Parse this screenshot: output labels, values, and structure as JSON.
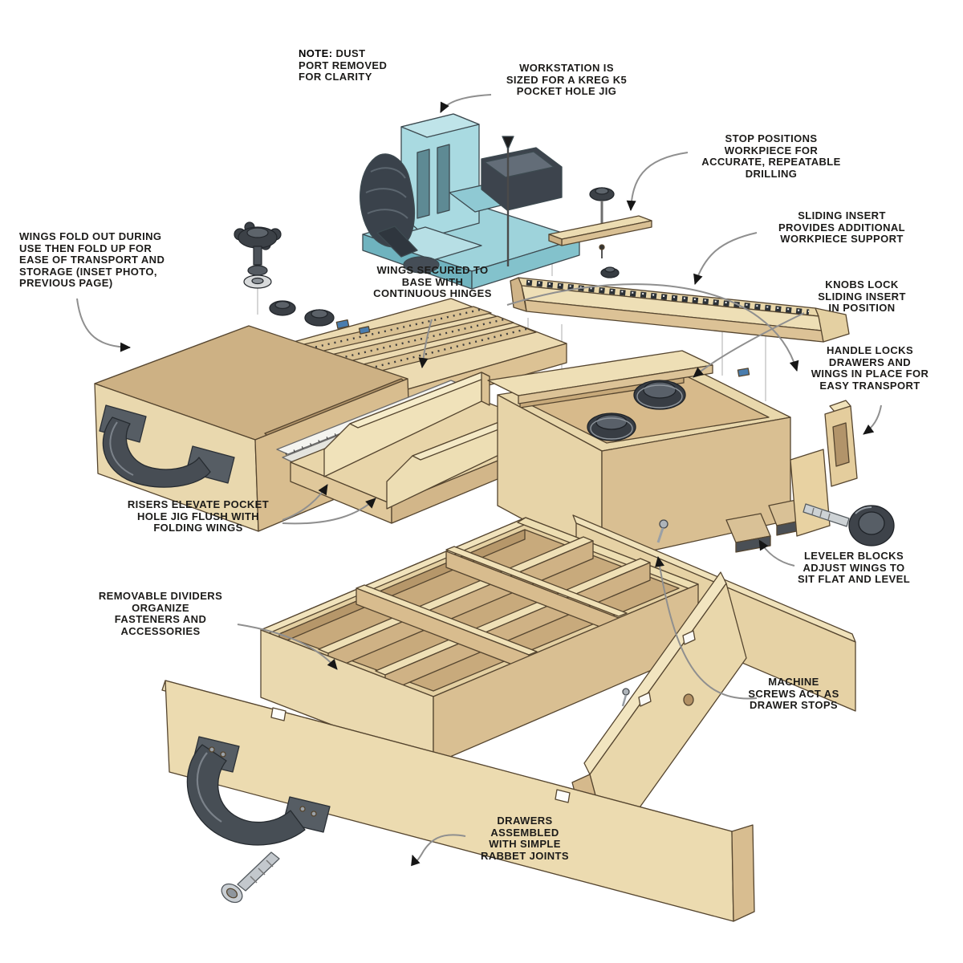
{
  "title": "Pocket hole jig workstation exploded-view diagram",
  "colors": {
    "wood_light": "#ecdbb0",
    "wood_mid": "#dcc294",
    "wood_dark": "#c8a97a",
    "jig_teal": "#9ed3db",
    "hardware_dark": "#3e444b",
    "metal_light": "#c9ced3",
    "label_text": "#1c1b19",
    "leader_line": "#8f8f8f",
    "arrowhead": "#161616",
    "background": "#ffffff"
  },
  "labels": {
    "note_prefix": "NOTE:",
    "note_body": "DUST\nPORT REMOVED\nFOR CLARITY",
    "workstation": "WORKSTATION IS\nSIZED FOR A KREG K5\nPOCKET HOLE JIG",
    "stop_positions": "STOP POSITIONS\nWORKPIECE FOR\nACCURATE, REPEATABLE\nDRILLING",
    "sliding_insert": "SLIDING INSERT\nPROVIDES ADDITIONAL\nWORKPIECE SUPPORT",
    "knobs_lock": "KNOBS LOCK\nSLIDING INSERT\nIN POSITION",
    "handle_locks": "HANDLE LOCKS\nDRAWERS AND\nWINGS IN PLACE FOR\nEASY TRANSPORT",
    "wings_fold": "WINGS FOLD OUT DURING\nUSE THEN FOLD UP FOR\nEASE OF TRANSPORT AND\nSTORAGE (INSET PHOTO,\nPREVIOUS PAGE)",
    "wings_secured": "WINGS SECURED TO\nBASE WITH\nCONTINUOUS HINGES",
    "risers": "RISERS ELEVATE POCKET\nHOLE JIG FLUSH WITH\nFOLDING WINGS",
    "removable_dividers": "REMOVABLE DIVIDERS\nORGANIZE\nFASTENERS AND\nACCESSORIES",
    "leveler_blocks": "LEVELER BLOCKS\nADJUST WINGS TO\nSIT FLAT AND LEVEL",
    "machine_screws": "MACHINE\nSCREWS ACT AS\nDRAWER STOPS",
    "drawers_assembled": "DRAWERS\nASSEMBLED\nWITH SIMPLE\nRABBET JOINTS"
  }
}
